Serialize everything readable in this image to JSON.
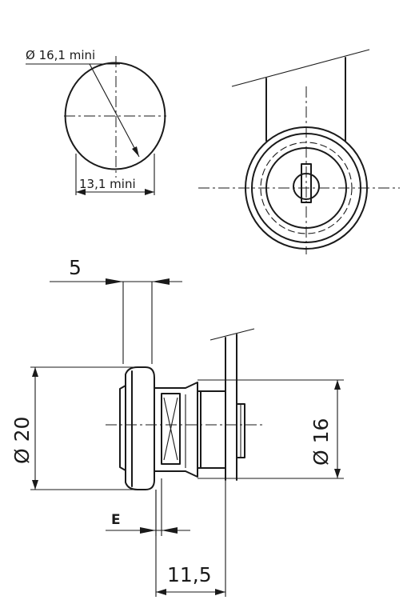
{
  "labels": {
    "key_diameter": "Ø 16,1 mini",
    "key_width": "13,1 mini",
    "flange_thickness": "5",
    "front_diameter": "Ø 20",
    "body_diameter": "Ø 16",
    "e_dimension": "E",
    "body_length": "11,5"
  }
}
